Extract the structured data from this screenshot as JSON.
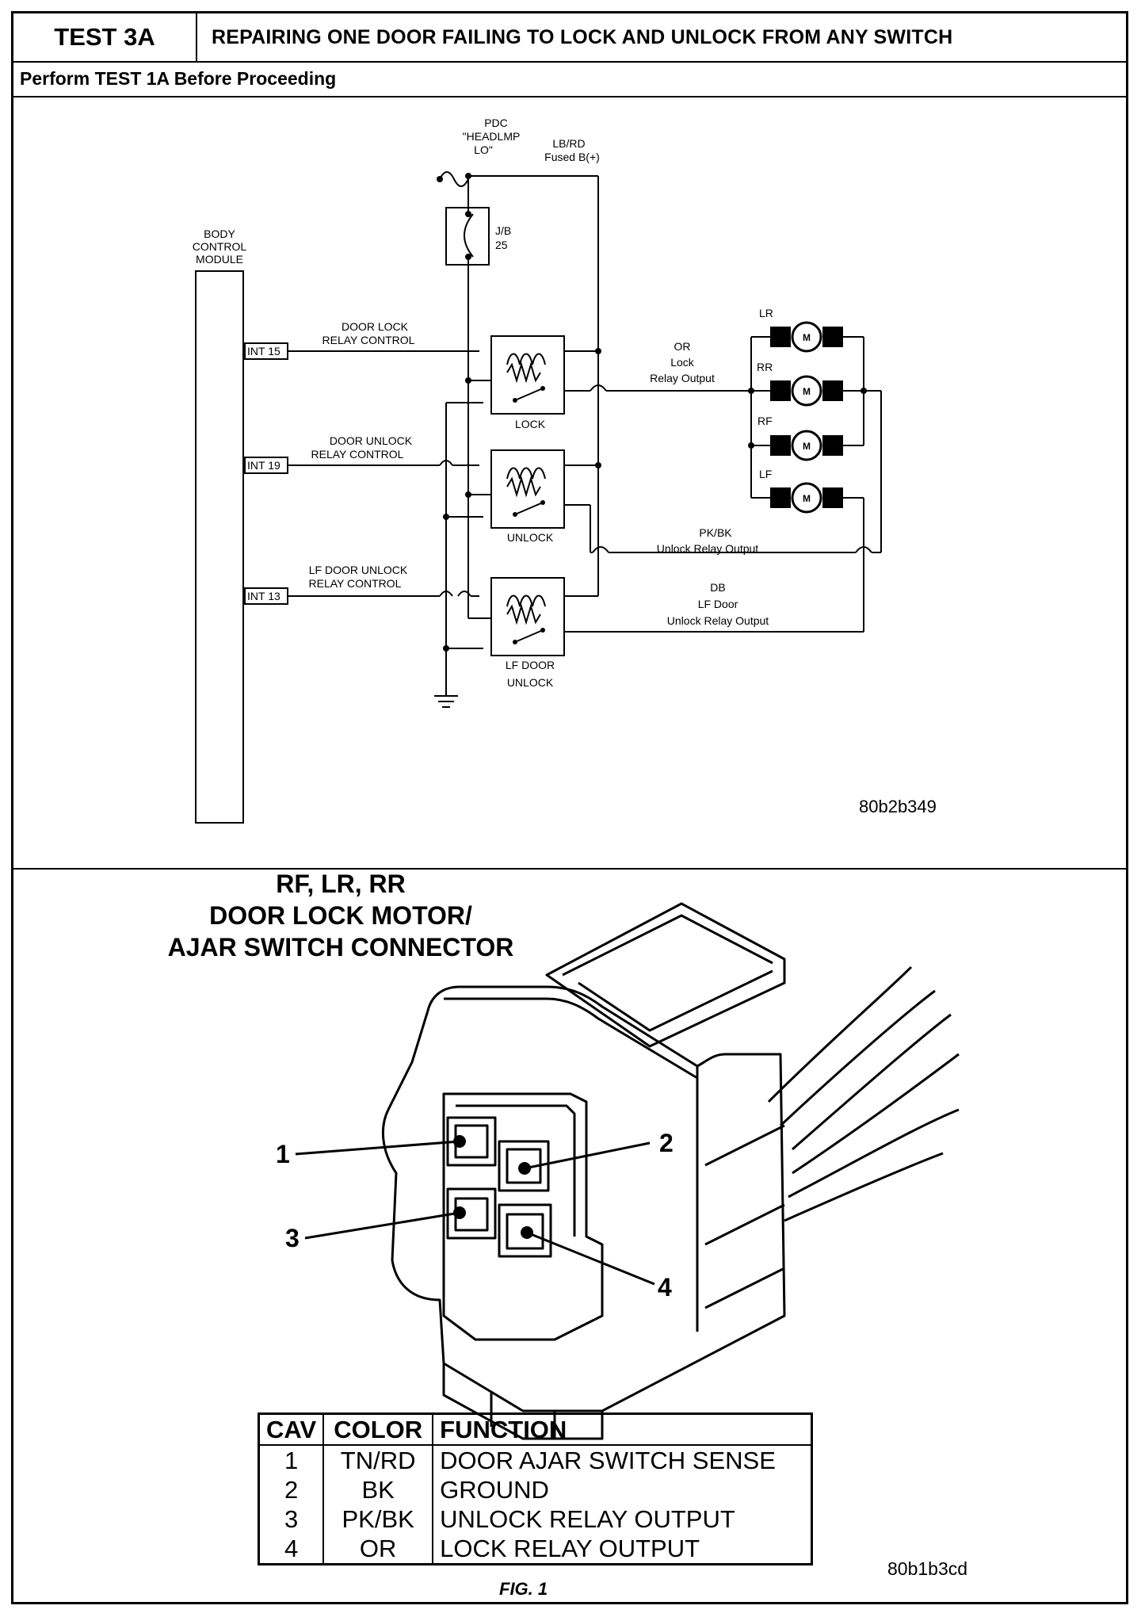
{
  "header": {
    "test_id": "TEST 3A",
    "title": "REPAIRING ONE DOOR FAILING TO LOCK AND UNLOCK FROM ANY SWITCH",
    "prerequisite": "Perform TEST 1A Before Proceeding"
  },
  "wiring_diagram": {
    "pdc_label": [
      "PDC",
      "\"HEADLMP",
      "LO\""
    ],
    "fused_label": [
      "LB/RD",
      "Fused B(+)"
    ],
    "jb_label": [
      "J/B",
      "25"
    ],
    "bcm_label": [
      "BODY",
      "CONTROL",
      "MODULE"
    ],
    "pins": [
      "INT 15",
      "INT 19",
      "INT 13"
    ],
    "control_lines": [
      [
        "DOOR LOCK",
        "RELAY CONTROL"
      ],
      [
        "DOOR UNLOCK",
        "RELAY CONTROL"
      ],
      [
        "LF DOOR UNLOCK",
        "RELAY CONTROL"
      ]
    ],
    "relays": [
      "LOCK",
      "UNLOCK",
      "LF DOOR",
      "UNLOCK"
    ],
    "outputs": {
      "lock": [
        "OR",
        "Lock",
        "Relay Output"
      ],
      "unlock": [
        "PK/BK",
        "Unlock Relay Output"
      ],
      "lf_unlock": [
        "DB",
        "LF Door",
        "Unlock Relay Output"
      ]
    },
    "motors": [
      "LR",
      "RR",
      "RF",
      "LF"
    ],
    "motor_symbol": "M",
    "diagram_id": "80b2b349"
  },
  "connector": {
    "title_lines": [
      "RF, LR, RR",
      "DOOR LOCK MOTOR/",
      "AJAR SWITCH CONNECTOR"
    ],
    "callouts": [
      "1",
      "2",
      "3",
      "4"
    ],
    "table": {
      "headers": [
        "CAV",
        "COLOR",
        "FUNCTION"
      ],
      "rows": [
        [
          "1",
          "TN/RD",
          "DOOR AJAR SWITCH SENSE"
        ],
        [
          "2",
          "BK",
          "GROUND"
        ],
        [
          "3",
          "PK/BK",
          "UNLOCK RELAY OUTPUT"
        ],
        [
          "4",
          "OR",
          "LOCK RELAY OUTPUT"
        ]
      ]
    },
    "figure_caption": "FIG. 1",
    "diagram_id": "80b1b3cd"
  }
}
